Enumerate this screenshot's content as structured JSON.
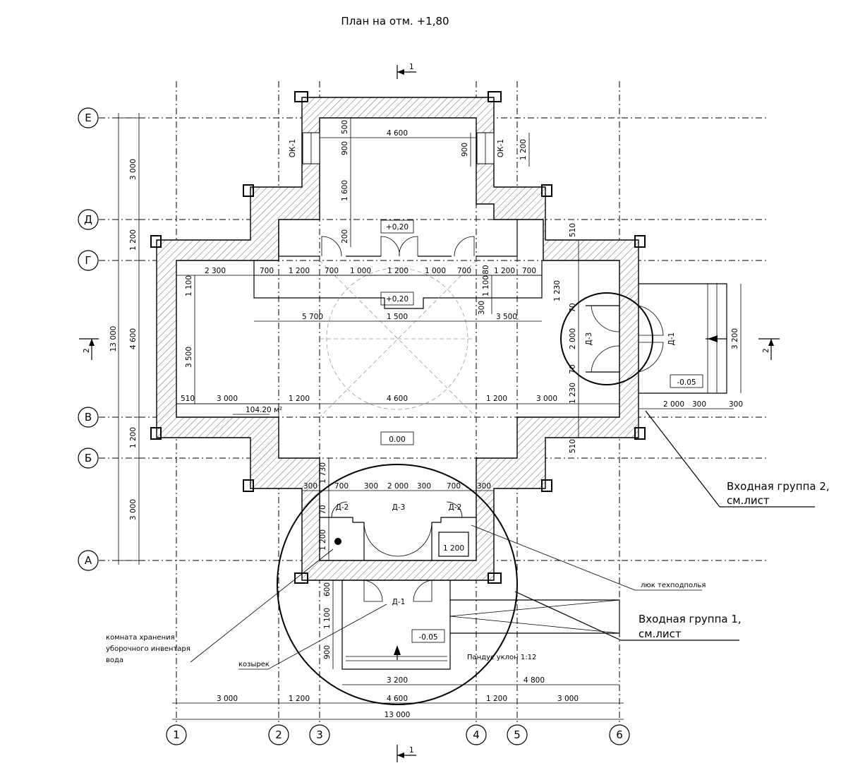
{
  "title": "План на отм. +1,80",
  "section_mark": "1",
  "section_mark_2": "2",
  "axes_letters": [
    "Е",
    "Д",
    "Г",
    "В",
    "Б",
    "А"
  ],
  "axes_numbers": [
    "1",
    "2",
    "3",
    "4",
    "5",
    "6"
  ],
  "levels": {
    "upper": "+0,20",
    "mid": "+0,20",
    "center": "0.00",
    "entry1": "-0.05",
    "entry2": "-0.05"
  },
  "area": "104.20 м²",
  "doors": {
    "d1": "Д-1",
    "d2a": "Д-2",
    "d2b": "Д-2",
    "d3": "Д-3",
    "d1_right": "Д-1",
    "d3_right": "Д-3"
  },
  "windows": {
    "left": "ОК-1",
    "right": "ОК-1"
  },
  "callouts": {
    "group2_line1": "Входная группа 2,",
    "group2_line2": "см.лист",
    "group1_line1": "Входная группа 1,",
    "group1_line2": "см.лист",
    "hatch_label": "люк техподполья",
    "storage_1": "комната хранения",
    "storage_2": "уборочного инвентаря",
    "storage_3": "вода",
    "canopy": "козырек",
    "ramp": "Пандус уклон 1:12"
  },
  "dims": {
    "top_4600": "4 600",
    "v500": "500",
    "v900a": "900",
    "v900b": "900",
    "v1600": "1 600",
    "v200": "200",
    "v1200r": "1 200",
    "row_2300": "2 300",
    "row_700a": "700",
    "row_1200a": "1 200",
    "row_700b": "700",
    "row_1000a": "1 000",
    "row_1200b": "1 200",
    "row_1000b": "1 000",
    "row_700c": "700",
    "row_80": "80",
    "row_1200c": "1 200",
    "row_700d": "700",
    "v1100a": "1 100",
    "v1100b": "1 100",
    "v300": "300",
    "v1230a": "1 230",
    "r_5700": "5 700",
    "r_1500": "1 500",
    "r_3500": "3 500",
    "v3500": "3 500",
    "v70a": "70",
    "v2000": "2 000",
    "v70b": "70",
    "v1230b": "1 230",
    "v3200": "3 200",
    "v510a": "510",
    "v510b": "510",
    "b_510": "510",
    "b_3000a": "3 000",
    "b_1200a": "1 200",
    "b_4600": "4 600",
    "b_1200b": "1 200",
    "b_3000b": "3 000",
    "e_2000": "2 000",
    "e_300a": "300",
    "e_300b": "300",
    "s_300a": "300",
    "s_700a": "700",
    "s_300b": "300",
    "s_2000": "2 000",
    "s_300c": "300",
    "s_700b": "700",
    "s_300d": "300",
    "v1730": "1 730",
    "v70c": "70",
    "v1200s": "1 200",
    "box_1200": "1 200",
    "v600": "600",
    "v1100c": "1 100",
    "v900c": "900",
    "f_3200": "3 200",
    "f_4800": "4 800",
    "g_3000a": "3 000",
    "g_1200a": "1 200",
    "g_4600": "4 600",
    "g_1200b": "1 200",
    "g_3000b": "3 000",
    "g_13000": "13 000",
    "l_3000a": "3 000",
    "l_1200a": "1 200",
    "l_4600": "4 600",
    "l_13000": "13 000",
    "l_1200b": "1 200",
    "l_3000b": "3 000"
  }
}
